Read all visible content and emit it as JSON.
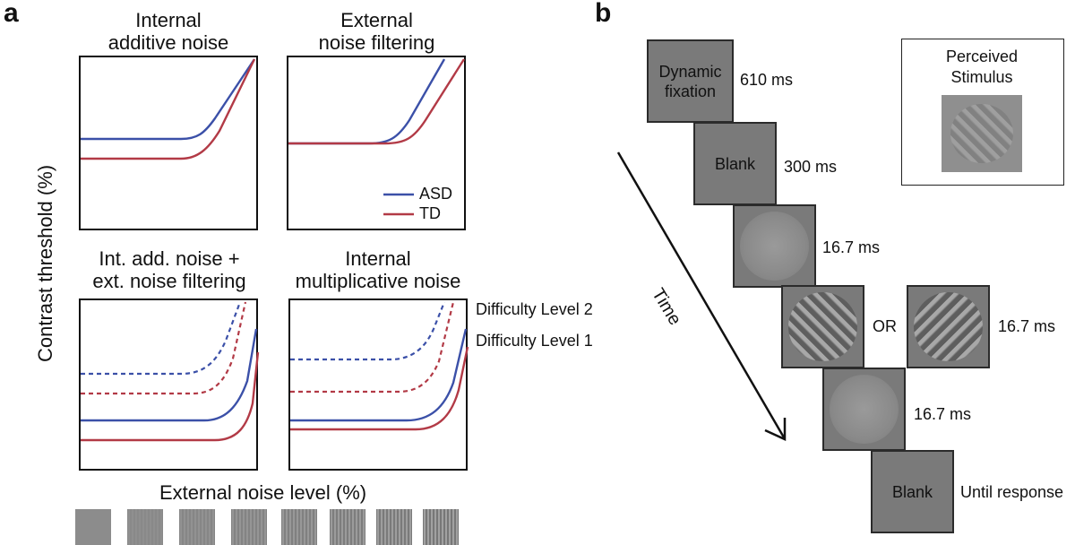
{
  "panels": {
    "a_letter": "a",
    "b_letter": "b"
  },
  "panel_a": {
    "y_axis_label": "Contrast threshold (%)",
    "x_axis_label": "External noise level (%)",
    "plots": [
      {
        "title_line1": "Internal",
        "title_line2": "additive noise"
      },
      {
        "title_line1": "External",
        "title_line2": "noise filtering"
      },
      {
        "title_line1": "Int. add. noise +",
        "title_line2": "ext. noise filtering"
      },
      {
        "title_line1": "Internal",
        "title_line2": "multiplicative noise"
      }
    ],
    "legend": [
      {
        "label": "ASD",
        "color": "#3b50a8"
      },
      {
        "label": "TD",
        "color": "#b23a46"
      }
    ],
    "difficulty_labels": [
      "Difficulty Level 2",
      "Difficulty Level 1"
    ],
    "noise_patch_count": 8
  },
  "panel_b": {
    "time_label": "Time",
    "or_label": "OR",
    "frames": [
      {
        "label_line1": "Dynamic",
        "label_line2": "fixation",
        "duration": "610 ms"
      },
      {
        "label_line1": "Blank",
        "label_line2": "",
        "duration": "300 ms"
      },
      {
        "label_line1": "",
        "label_line2": "",
        "duration": "16.7 ms"
      },
      {
        "label_line1": "",
        "label_line2": "",
        "duration": "16.7 ms"
      },
      {
        "label_line1": "",
        "label_line2": "",
        "duration": "16.7 ms"
      },
      {
        "label_line1": "Blank",
        "label_line2": "",
        "duration": "Until response"
      }
    ],
    "perceived_title_line1": "Perceived",
    "perceived_title_line2": "Stimulus"
  },
  "colors": {
    "asd": "#3b50a8",
    "td": "#b23a46",
    "frame_gray": "#7a7a7a"
  }
}
